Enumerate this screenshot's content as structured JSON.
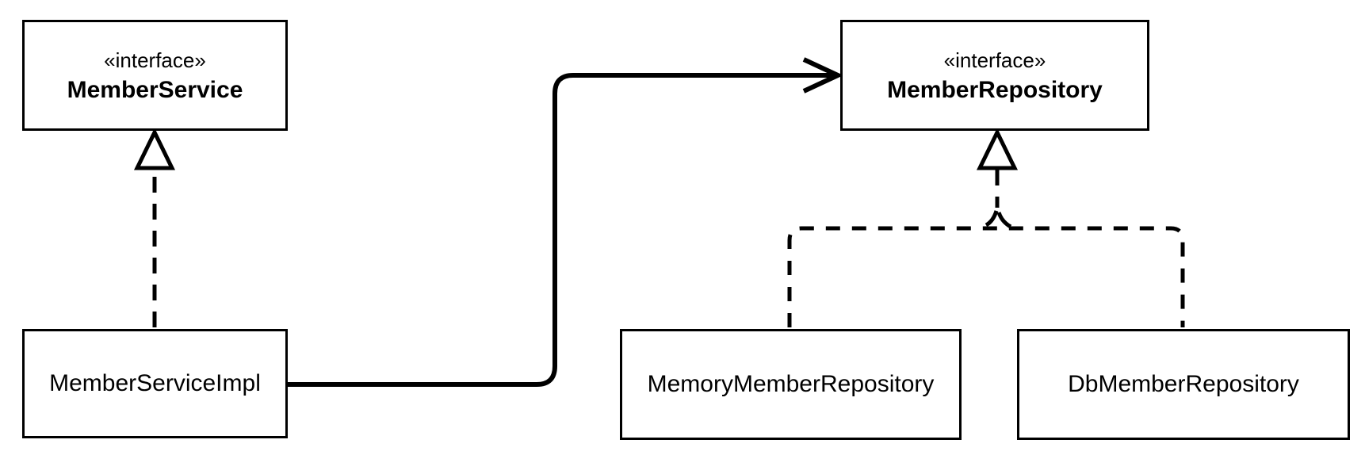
{
  "diagram": {
    "kind": "uml-class-diagram",
    "nodes": [
      {
        "id": "member-service",
        "stereotype": "«interface»",
        "name": "MemberService"
      },
      {
        "id": "member-repository",
        "stereotype": "«interface»",
        "name": "MemberRepository"
      },
      {
        "id": "member-service-impl",
        "name": "MemberServiceImpl"
      },
      {
        "id": "memory-member-repository",
        "name": "MemoryMemberRepository"
      },
      {
        "id": "db-member-repository",
        "name": "DbMemberRepository"
      }
    ],
    "edges": [
      {
        "from": "MemberServiceImpl",
        "to": "MemberService",
        "kind": "realization",
        "line": "dashed",
        "arrowhead": "hollow-triangle"
      },
      {
        "from": "MemberServiceImpl",
        "to": "MemberRepository",
        "kind": "dependency",
        "line": "solid",
        "arrowhead": "open-arrow"
      },
      {
        "from": "MemoryMemberRepository",
        "to": "MemberRepository",
        "kind": "realization",
        "line": "dashed",
        "arrowhead": "hollow-triangle"
      },
      {
        "from": "DbMemberRepository",
        "to": "MemberRepository",
        "kind": "realization",
        "line": "dashed",
        "arrowhead": "hollow-triangle"
      }
    ]
  },
  "colors": {
    "line": "#000000",
    "text": "#000000",
    "background": "#ffffff",
    "box_fill": "#ffffff"
  }
}
